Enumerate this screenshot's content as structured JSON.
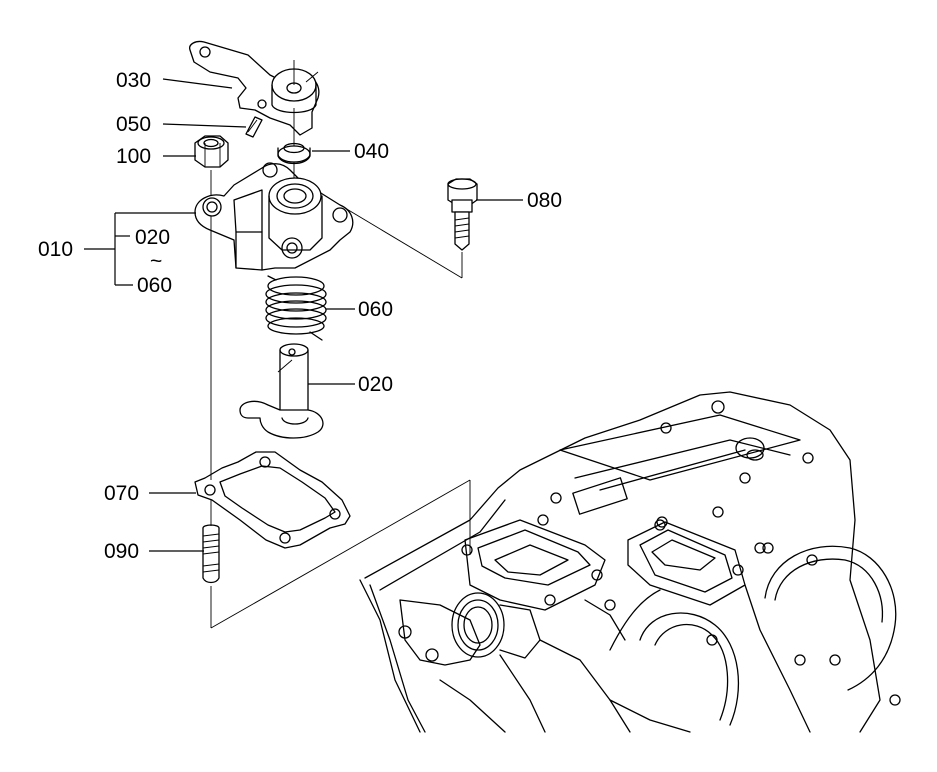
{
  "callouts": {
    "c030": "030",
    "c050": "050",
    "c100": "100",
    "c040": "040",
    "c080": "080",
    "c010": "010",
    "c020_range": "020",
    "tilde": "~",
    "c060_range": "060",
    "c060": "060",
    "c020": "020",
    "c070": "070",
    "c090": "090"
  }
}
